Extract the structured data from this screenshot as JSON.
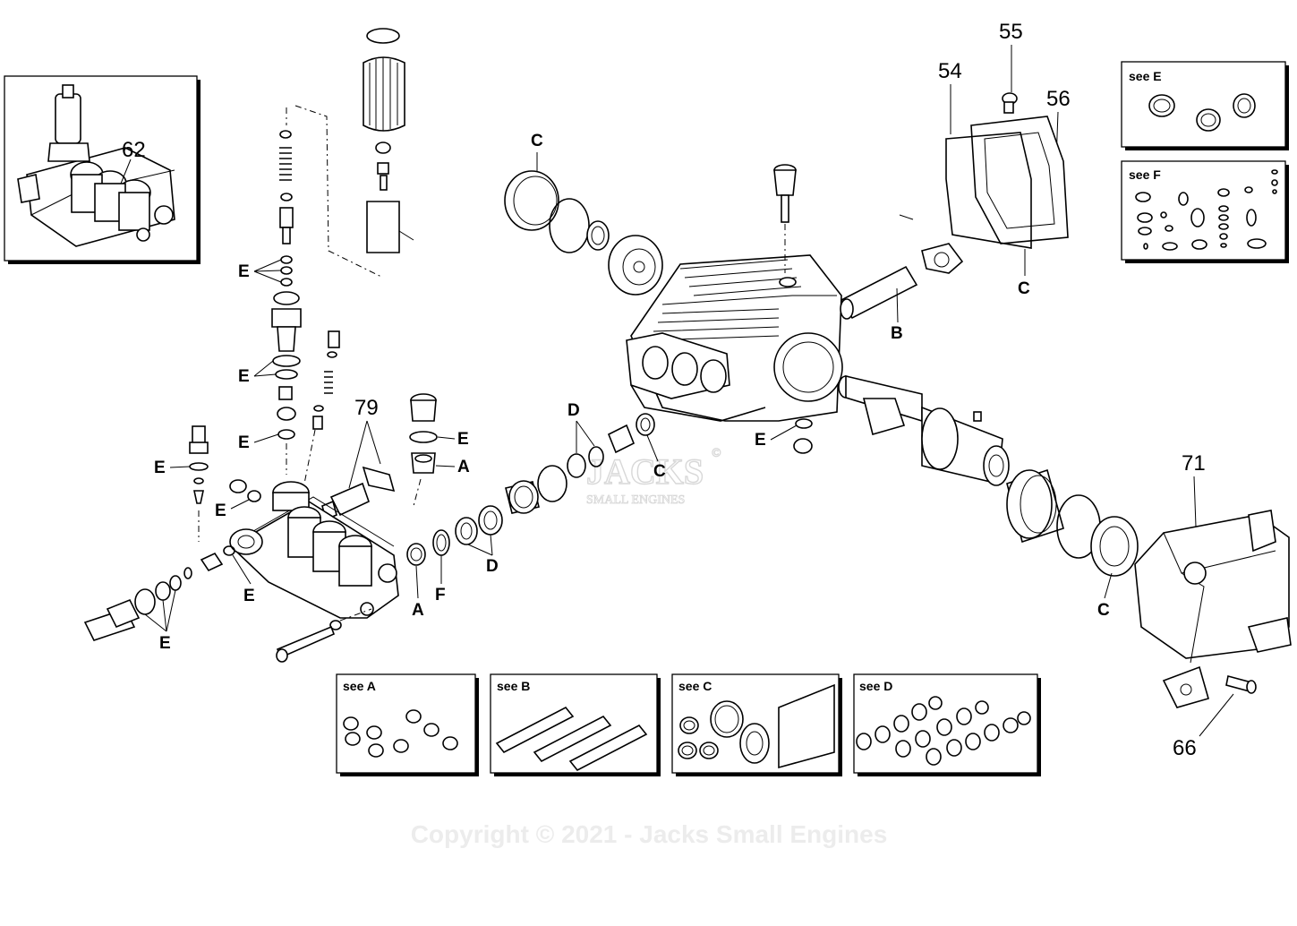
{
  "part_numbers": {
    "p62": "62",
    "p79": "79",
    "p54": "54",
    "p55": "55",
    "p56": "56",
    "p71": "71",
    "p66": "66"
  },
  "kit_labels": {
    "A": "A",
    "B": "B",
    "C": "C",
    "D": "D",
    "E": "E",
    "F": "F"
  },
  "kit_boxes": {
    "see_a": "see  A",
    "see_b": "see  B",
    "see_c": "see  C",
    "see_d": "see  D",
    "see_e": "see  E",
    "see_f": "see  F"
  },
  "watermark": {
    "copyright": "Copyright © 2021 - Jacks Small Engines",
    "logo": "JACKS",
    "logo_mark": "©",
    "logo_sub": "SMALL ENGINES"
  }
}
